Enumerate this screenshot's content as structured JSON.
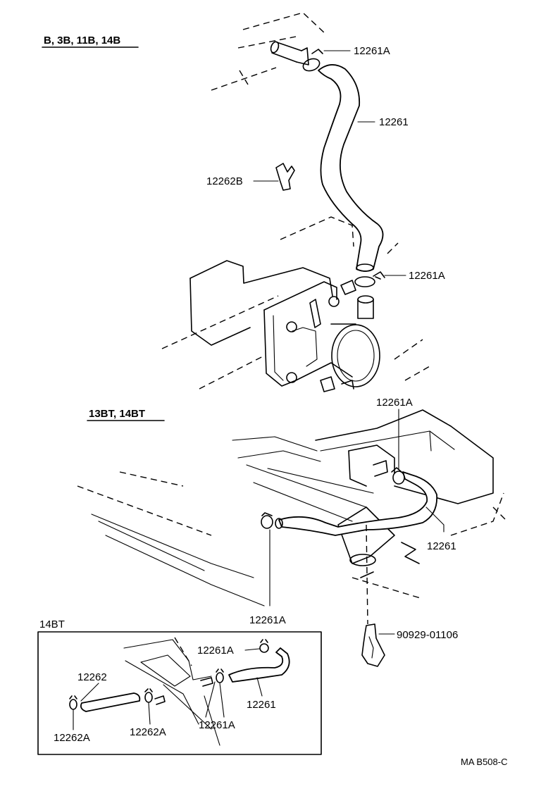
{
  "sections": {
    "upper_heading": "B, 3B, 11B, 14B",
    "middle_heading": "13BT, 14BT",
    "inset_heading": "14BT"
  },
  "labels": {
    "clamp_top": "12261A",
    "hose_upper": "12261",
    "clamp_clip": "12262B",
    "clamp_lower": "12261A",
    "mid_clamp_top": "12261A",
    "mid_hose": "12261",
    "mid_clamp_bottom": "12261A",
    "bracket": "90929-01106",
    "inset_clamp_top": "12261A",
    "inset_hose_right": "12261",
    "inset_hose_left": "12262",
    "inset_clamp_left": "12262A",
    "inset_clamp_mid": "12262A",
    "inset_clamp_right": "12261A"
  },
  "diagram_code": "MA B508-C"
}
